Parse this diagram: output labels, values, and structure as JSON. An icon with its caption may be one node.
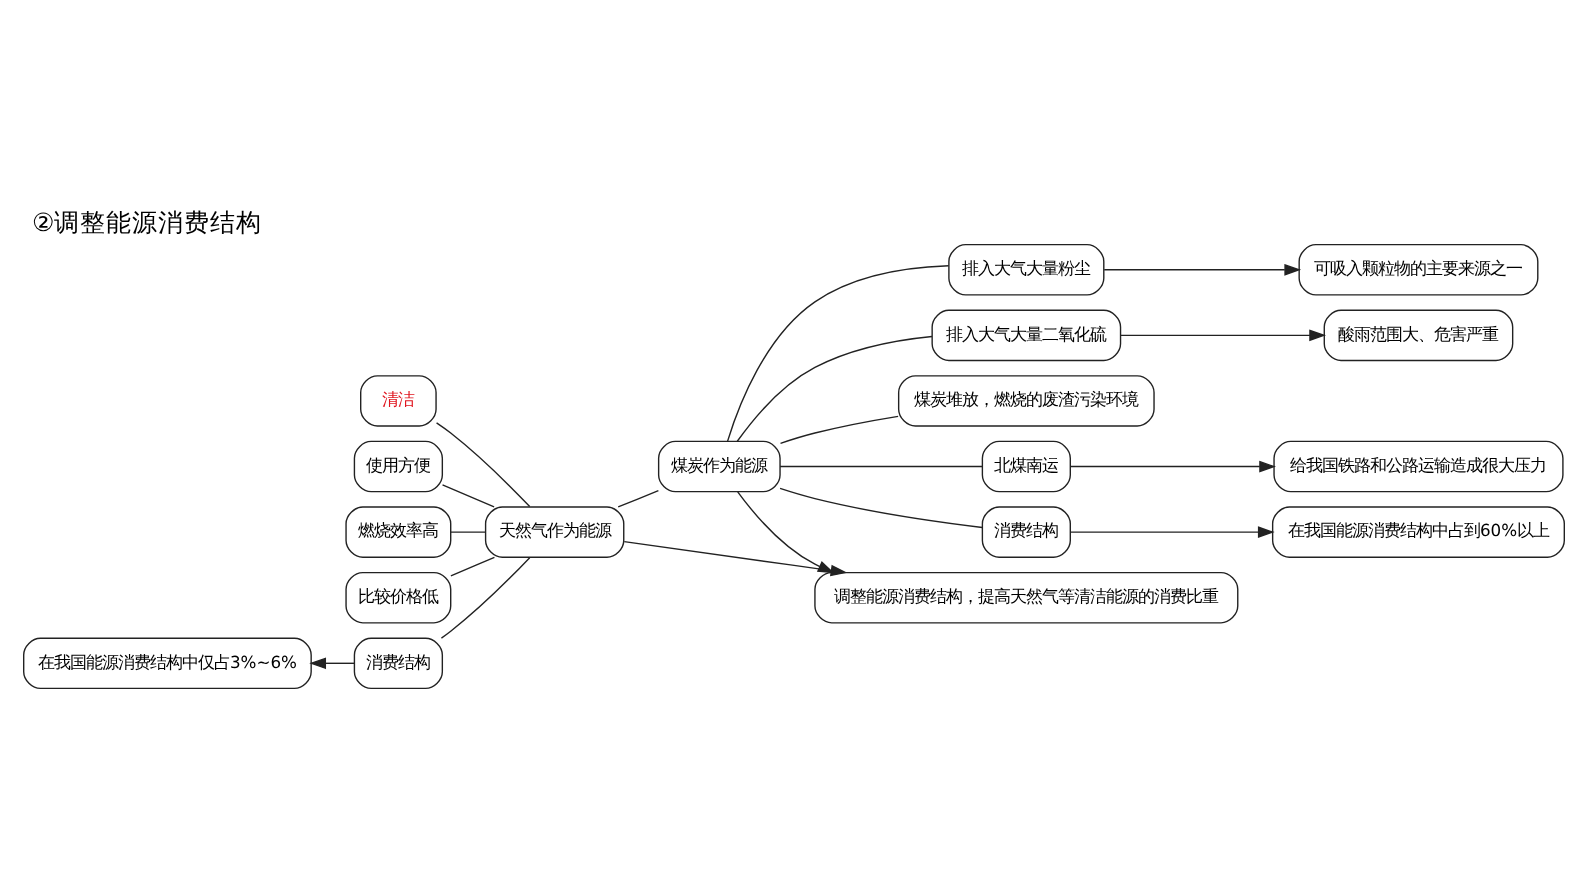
{
  "diagram": {
    "title": "②调整能源消费结构",
    "nodes": [
      {
        "text": [
          "清洁"
        ]
      },
      {
        "text": [
          "使用方便"
        ]
      },
      {
        "text": [
          "燃烧效率高"
        ]
      },
      {
        "text": [
          "比较价格低"
        ]
      },
      {
        "text": [
          "在我国能源消费结构中仅占3%~6%"
        ]
      },
      {
        "text": [
          "消费结构"
        ]
      },
      {
        "text": [
          "天然气作为能源"
        ]
      },
      {
        "text": [
          "煤炭作为能源"
        ]
      },
      {
        "text": [
          "排入大气大量粉尘"
        ]
      },
      {
        "text": [
          "可吸入颗粒物的主要来源之一"
        ]
      },
      {
        "text": [
          "排入大气大量二氧化硫"
        ]
      },
      {
        "text": [
          "酸雨范围大、危害严重"
        ]
      },
      {
        "text": [
          "煤炭堆放，燃烧的废渣污染环境"
        ]
      },
      {
        "text": [
          "北煤南运"
        ]
      },
      {
        "text": [
          "给我国铁路和公路运输造成很大压力"
        ]
      },
      {
        "text": [
          "消费结构"
        ]
      },
      {
        "text": [
          "在我国能源消费结构中占到60%以上"
        ]
      },
      {
        "text": [
          "调整能源消费结构，提高天然气等清洁能源的消费比重"
        ]
      }
    ],
    "edges": [
      {
        "from": 0,
        "to": 6,
        "arrow": "none"
      },
      {
        "from": 1,
        "to": 6,
        "arrow": "none"
      },
      {
        "from": 2,
        "to": 6,
        "arrow": "none"
      },
      {
        "from": 3,
        "to": 6,
        "arrow": "none"
      },
      {
        "from": 5,
        "to": 6,
        "arrow": "none"
      },
      {
        "from": 5,
        "to": 4,
        "arrow": "to"
      },
      {
        "from": 6,
        "to": 7,
        "arrow": "none"
      },
      {
        "from": 7,
        "to": 8,
        "arrow": "none"
      },
      {
        "from": 7,
        "to": 10,
        "arrow": "none"
      },
      {
        "from": 7,
        "to": 12,
        "arrow": "none"
      },
      {
        "from": 7,
        "to": 13,
        "arrow": "none"
      },
      {
        "from": 7,
        "to": 15,
        "arrow": "none"
      },
      {
        "from": 8,
        "to": 9,
        "arrow": "to"
      },
      {
        "from": 10,
        "to": 11,
        "arrow": "to"
      },
      {
        "from": 13,
        "to": 14,
        "arrow": "to"
      },
      {
        "from": 15,
        "to": 16,
        "arrow": "to"
      },
      {
        "from": 6,
        "to": 17,
        "arrow": "to"
      },
      {
        "from": 7,
        "to": 17,
        "arrow": "to"
      }
    ]
  }
}
